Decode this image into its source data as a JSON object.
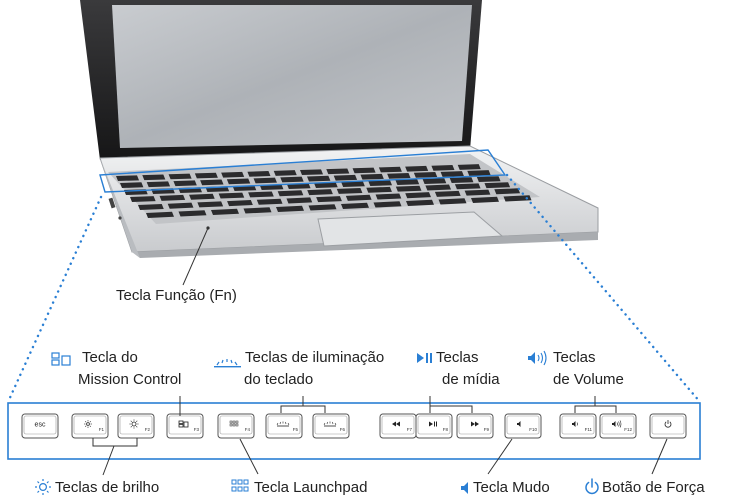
{
  "labels": {
    "fn_key": "Tecla Função (Fn)",
    "mission_control_1": "Tecla do",
    "mission_control_2": "Mission Control",
    "illumination_1": "Teclas de iluminação",
    "illumination_2": "do teclado",
    "media_1": "Teclas",
    "media_2": "de mídia",
    "volume_1": "Teclas",
    "volume_2": "de Volume",
    "brightness": "Teclas de brilho",
    "launchpad": "Tecla Launchpad",
    "mute": "Tecla Mudo",
    "power": "Botão de Força"
  },
  "keys": {
    "esc": "esc",
    "f1": "F1",
    "f2": "F2",
    "f3": "F3",
    "f4": "F4",
    "f5": "F5",
    "f6": "F6",
    "f7": "F7",
    "f8": "F8",
    "f9": "F9",
    "f10": "F10",
    "f11": "F11",
    "f12": "F12"
  },
  "colors": {
    "accent": "#2a7fd4",
    "text": "#222222",
    "key_face": "#ffffff",
    "key_border": "#555555",
    "callout_border": "#2a7fd4"
  },
  "icons": {
    "mission_control": "mission-control-icon",
    "illumination": "keyboard-illumination-icon",
    "media": "play-pause-icon",
    "volume": "speaker-volume-icon",
    "brightness": "brightness-sun-icon",
    "launchpad": "launchpad-grid-icon",
    "mute": "speaker-mute-icon",
    "power": "power-icon"
  }
}
